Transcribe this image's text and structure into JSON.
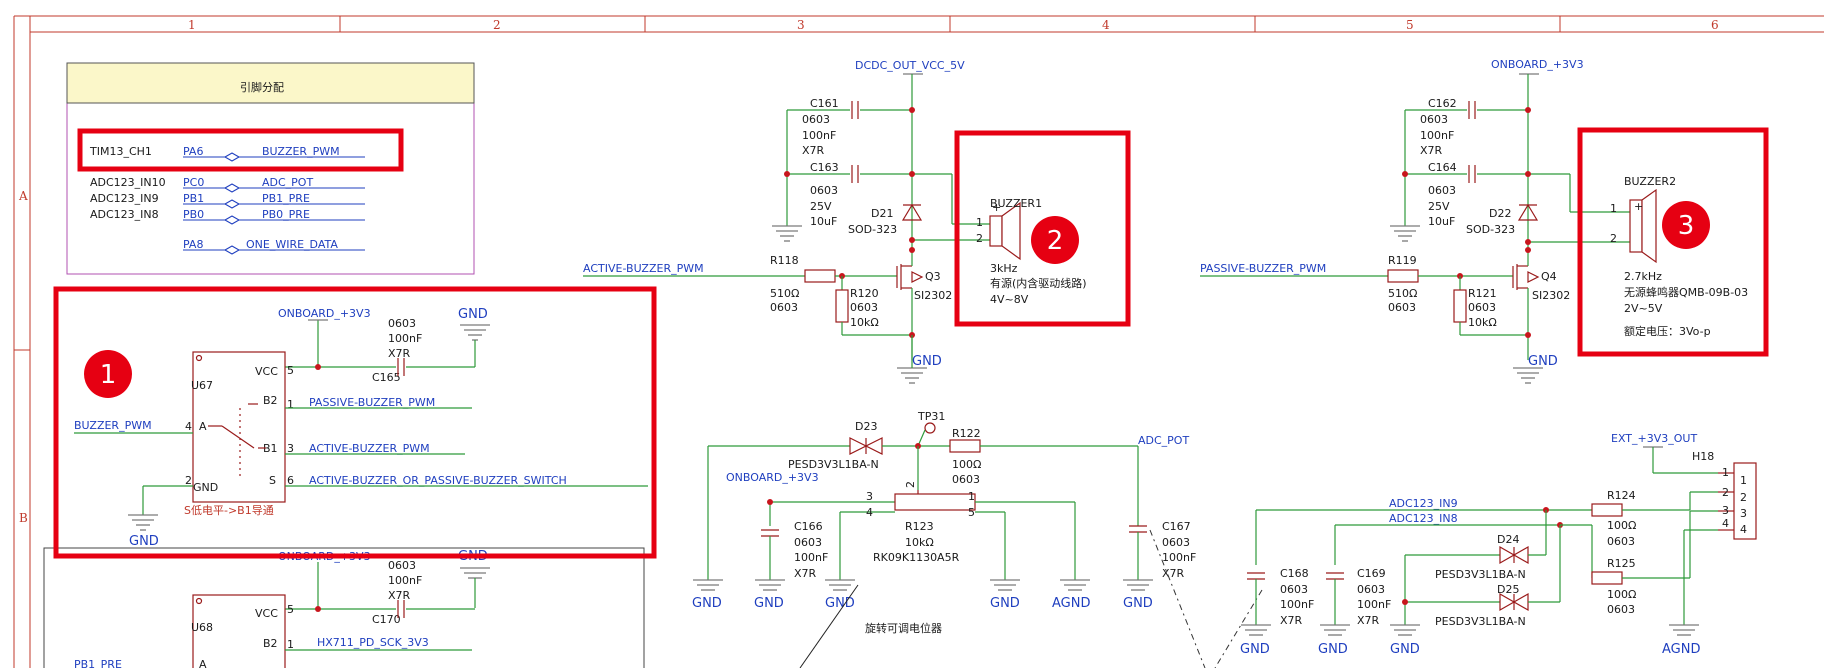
{
  "frame": {
    "columns": [
      "1",
      "2",
      "3",
      "4",
      "5",
      "6"
    ],
    "rows": [
      "A",
      "B"
    ]
  },
  "pin_table": {
    "title": "引脚分配",
    "rows": [
      {
        "func": "TIM13_CH1",
        "pin": "PA6",
        "net": "BUZZER_PWM"
      },
      {
        "func": "ADC123_IN10",
        "pin": "PC0",
        "net": "ADC_POT"
      },
      {
        "func": "ADC123_IN9",
        "pin": "PB1",
        "net": "PB1_PRE"
      },
      {
        "func": "ADC123_IN8",
        "pin": "PB0",
        "net": "PB0_PRE"
      },
      {
        "func": "",
        "pin": "PA8",
        "net": "ONE_WIRE_DATA"
      }
    ]
  },
  "badges": [
    "1",
    "2",
    "3"
  ],
  "switch_block": {
    "power": "ONBOARD_+3V3",
    "gnd_top": "GND",
    "cap_vals": [
      "0603",
      "100nF",
      "X7R"
    ],
    "cap_ref": "C165",
    "ref": "U67",
    "vcc": "VCC",
    "b2": "B2",
    "b1": "B1",
    "a": "A",
    "gnd_pin": "GND",
    "s": "S",
    "pin5": "5",
    "pin1": "1",
    "pin3": "3",
    "pin6": "6",
    "pin4": "4",
    "pin2": "2",
    "net_in": "BUZZER_PWM",
    "net_b2": "PASSIVE-BUZZER_PWM",
    "net_b1": "ACTIVE-BUZZER_PWM",
    "net_s": "ACTIVE-BUZZER_OR_PASSIVE-BUZZER_SWITCH",
    "note": "S低电平->B1导通",
    "gnd_bottom": "GND"
  },
  "switch_block2": {
    "power": "ONBOARD_+3V3",
    "gnd_top": "GND",
    "cap_vals": [
      "0603",
      "100nF",
      "X7R"
    ],
    "cap_ref": "C170",
    "ref": "U68",
    "vcc": "VCC",
    "b2": "B2",
    "pin5": "5",
    "pin1": "1",
    "net_b2": "HX711_PD_SCK_3V3",
    "net_in": "PB1_PRE",
    "pin_a": "A"
  },
  "active_buzzer": {
    "power": "DCDC_OUT_VCC_5V",
    "c161": [
      "C161",
      "0603",
      "100nF",
      "X7R"
    ],
    "c163": [
      "C163",
      "0603",
      "25V",
      "10uF"
    ],
    "diode": [
      "D21",
      "SOD-323"
    ],
    "input": "ACTIVE-BUZZER_PWM",
    "r118": [
      "R118",
      "510Ω",
      "0603"
    ],
    "r120": [
      "R120",
      "0603",
      "10kΩ"
    ],
    "mos": [
      "Q3",
      "SI2302"
    ],
    "gnd": "GND",
    "buzzer": [
      "BUZZER1",
      "3kHz",
      "有源(内含驱动线路)",
      "4V~8V"
    ],
    "pin1": "1",
    "pin2": "2",
    "plus": "+"
  },
  "passive_buzzer": {
    "power": "ONBOARD_+3V3",
    "c162": [
      "C162",
      "0603",
      "100nF",
      "X7R"
    ],
    "c164": [
      "C164",
      "0603",
      "25V",
      "10uF"
    ],
    "diode": [
      "D22",
      "SOD-323"
    ],
    "input": "PASSIVE-BUZZER_PWM",
    "r119": [
      "R119",
      "510Ω",
      "0603"
    ],
    "r121": [
      "R121",
      "0603",
      "10kΩ"
    ],
    "mos": [
      "Q4",
      "SI2302"
    ],
    "gnd": "GND",
    "buzzer": [
      "BUZZER2",
      "2.7kHz",
      "无源蜂鸣器QMB-09B-03",
      "2V~5V",
      "额定电压：3Vo-p"
    ],
    "pin1": "1",
    "pin2": "2",
    "plus": "+"
  },
  "pot_block": {
    "d23": [
      "D23",
      "PESD3V3L1BA-N"
    ],
    "tp": "TP31",
    "r122": [
      "R122",
      "100Ω",
      "0603"
    ],
    "net_out": "ADC_POT",
    "power": "ONBOARD_+3V3",
    "c166": [
      "C166",
      "0603",
      "100nF",
      "X7R"
    ],
    "r123": [
      "R123",
      "10kΩ",
      "RK09K1130A5R"
    ],
    "c167": [
      "C167",
      "0603",
      "100nF",
      "X7R"
    ],
    "pins": [
      "3",
      "4",
      "2",
      "1",
      "5"
    ],
    "grounds": [
      "GND",
      "GND",
      "GND",
      "GND",
      "AGND",
      "GND"
    ],
    "caption": "旋转可调电位器"
  },
  "ext_block": {
    "power": "EXT_+3V3_OUT",
    "h18": "H18",
    "net9": "ADC123_IN9",
    "net8": "ADC123_IN8",
    "r124": [
      "R124",
      "100Ω",
      "0603"
    ],
    "r125": [
      "R125",
      "100Ω",
      "0603"
    ],
    "d24": "D24",
    "d25": "D25",
    "tvs": "PESD3V3L1BA-N",
    "c168": [
      "C168",
      "0603",
      "100nF",
      "X7R"
    ],
    "c169": [
      "C169",
      "0603",
      "100nF",
      "X7R"
    ],
    "hpins": [
      "1",
      "2",
      "3",
      "4"
    ],
    "grounds": [
      "GND",
      "GND",
      "GND",
      "AGND"
    ]
  }
}
